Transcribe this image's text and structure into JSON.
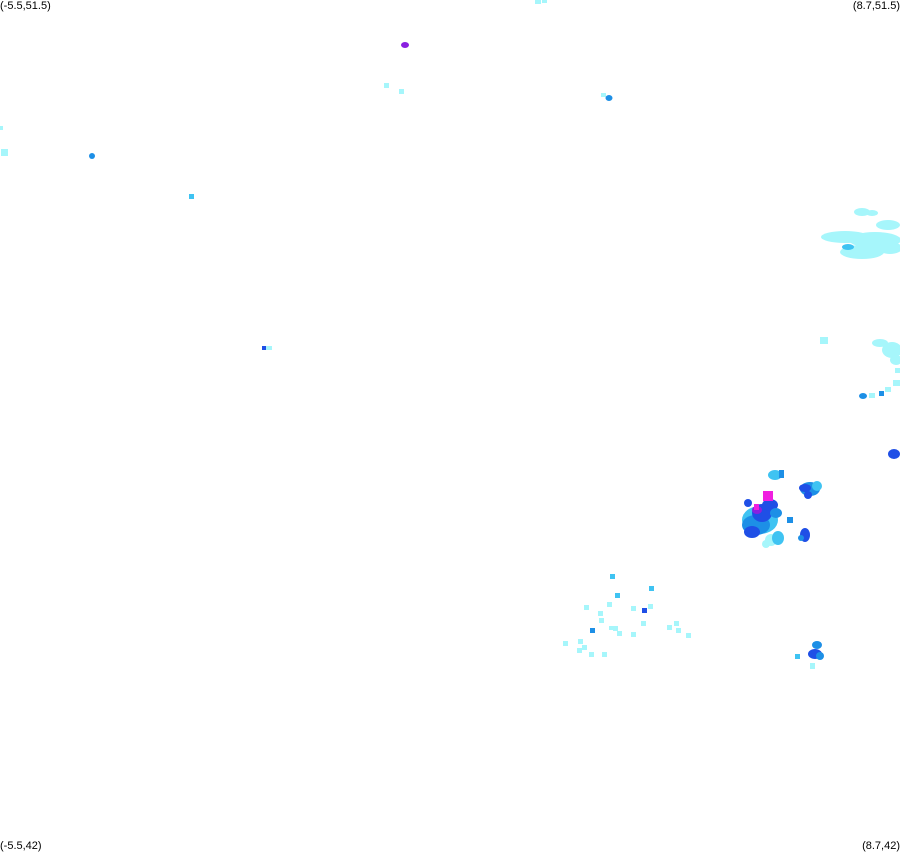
{
  "map": {
    "corner_labels": {
      "top_left": "(-5.5,51.5)",
      "top_right": "(8.7,51.5)",
      "bottom_left": "(-5.5,42)",
      "bottom_right": "(8.7,42)"
    },
    "bounds": {
      "lon_min": -5.5,
      "lon_max": 8.7,
      "lat_min": 42,
      "lat_max": 51.5
    },
    "intensity_colors": {
      "light": "#a6f6fb",
      "moderate": "#3fc3f2",
      "medium": "#1d8fe6",
      "heavy": "#1f4fe6",
      "very_heavy": "#8a1fe0",
      "extreme": "#f01ee0"
    }
  }
}
